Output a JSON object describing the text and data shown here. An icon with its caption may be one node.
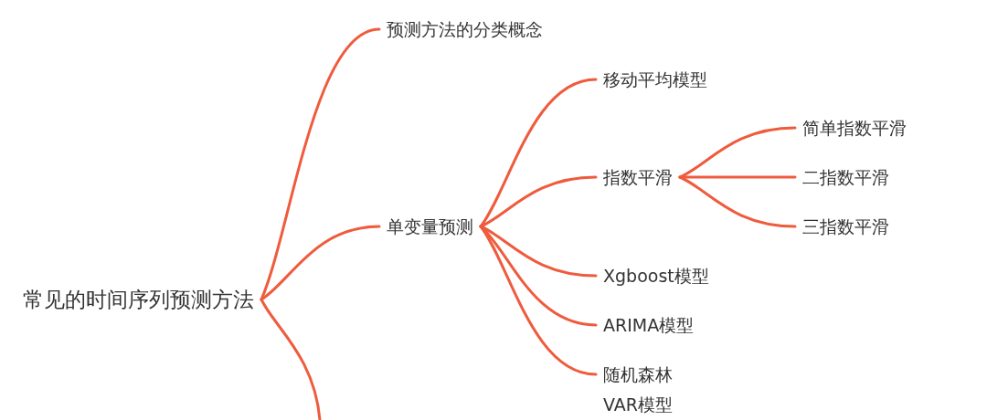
{
  "diagram": {
    "nodes": [
      {
        "text": [
          "常见的时间序列预测方法"
        ]
      },
      {
        "text": [
          "预测方法的分类概念"
        ]
      },
      {
        "text": [
          "单变量预测"
        ]
      },
      {
        "text": [
          "移动平均模型"
        ]
      },
      {
        "text": [
          "指数平滑"
        ]
      },
      {
        "text": [
          "简单指数平滑"
        ]
      },
      {
        "text": [
          "二指数平滑"
        ]
      },
      {
        "text": [
          "三指数平滑"
        ]
      },
      {
        "text": [
          "Xgboost模型"
        ]
      },
      {
        "text": [
          "ARIMA模型"
        ]
      },
      {
        "text": [
          "随机森林"
        ]
      },
      {
        "text": [
          "VAR模型"
        ]
      }
    ],
    "edges": [
      {
        "from": 0,
        "to": 1,
        "arrow": "none"
      },
      {
        "from": 0,
        "to": 2,
        "arrow": "none"
      },
      {
        "from": 0,
        "to": null,
        "arrow": "none"
      },
      {
        "from": 2,
        "to": 3,
        "arrow": "none"
      },
      {
        "from": 2,
        "to": 4,
        "arrow": "none"
      },
      {
        "from": 2,
        "to": 8,
        "arrow": "none"
      },
      {
        "from": 2,
        "to": 9,
        "arrow": "none"
      },
      {
        "from": 2,
        "to": 10,
        "arrow": "none"
      },
      {
        "from": 4,
        "to": 5,
        "arrow": "none"
      },
      {
        "from": 4,
        "to": 6,
        "arrow": "none"
      },
      {
        "from": 4,
        "to": 7,
        "arrow": "none"
      }
    ]
  }
}
